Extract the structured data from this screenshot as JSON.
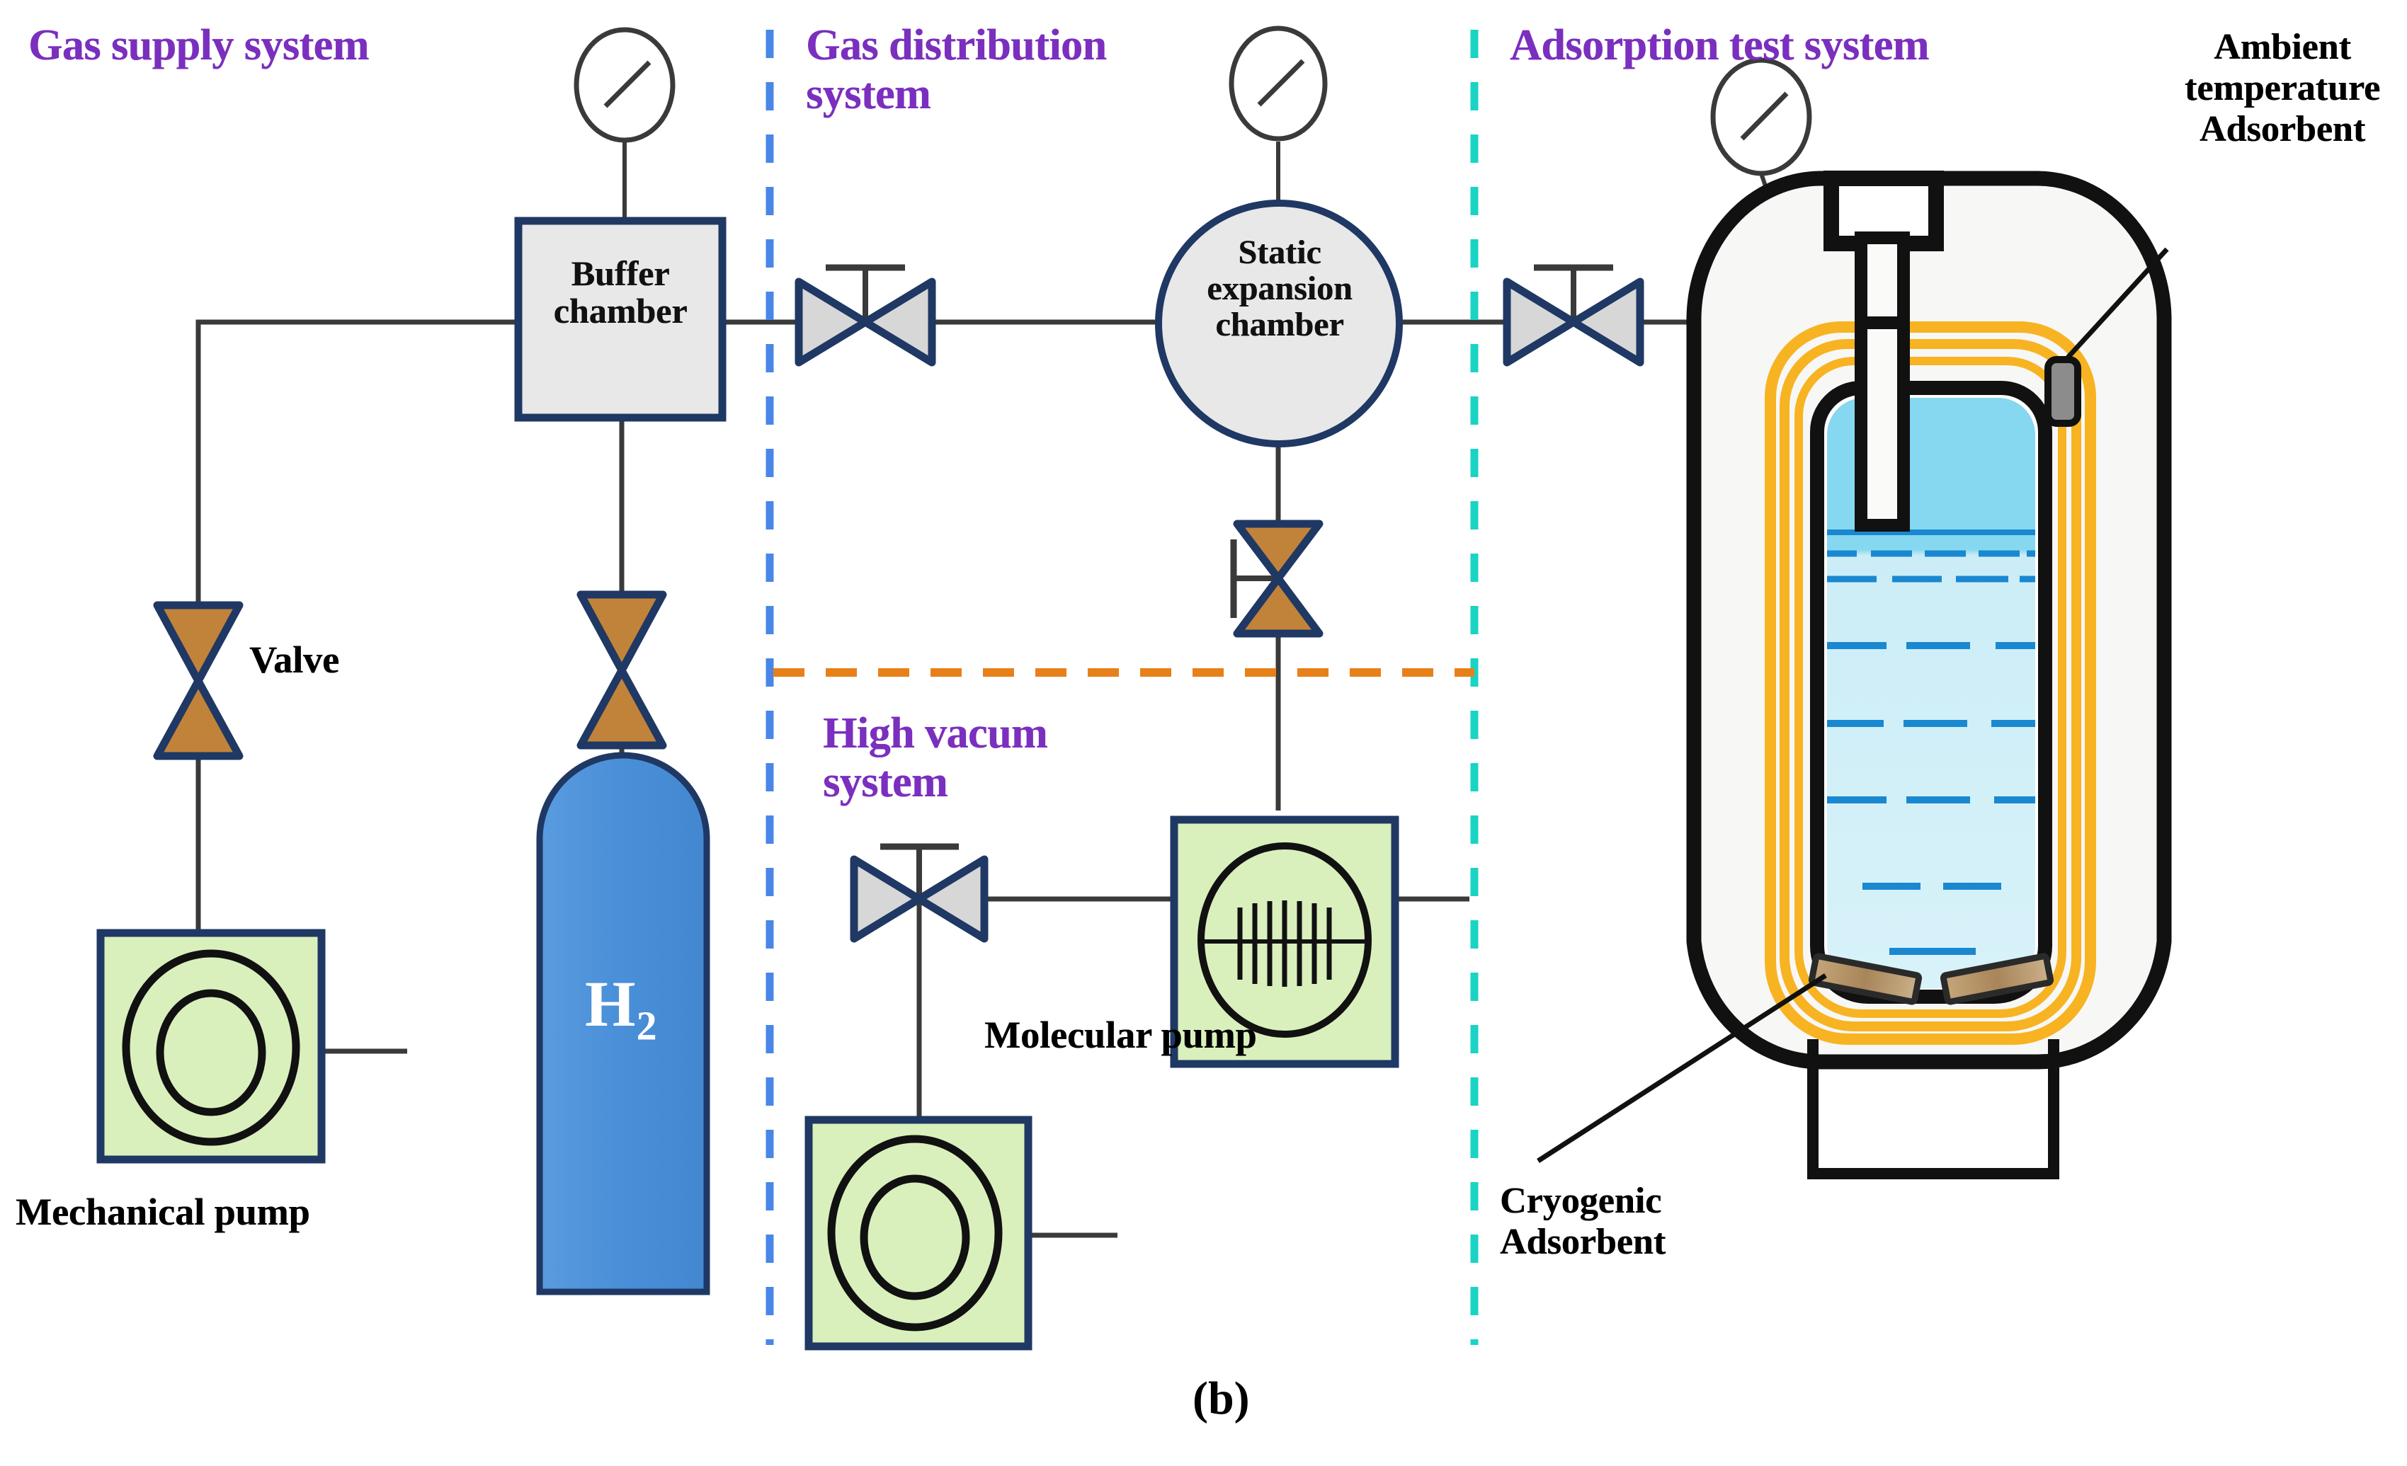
{
  "figure": {
    "caption": "(b)",
    "accent_purple": "#7B2FBE",
    "valve_fill": "#C1833A",
    "valve_stroke": "#1F3864",
    "pump_fill": "#D9F0BC",
    "pump_stroke": "#1F3864",
    "chamber_fill": "#E8E8E8",
    "chamber_stroke": "#1F3864",
    "cylinder_fill": "#4A90D9",
    "cylinder_stroke": "#1F3864",
    "insulation_gold": "#F7B322",
    "cryo_liquid_top": "#86D7F0",
    "cryo_liquid_body": "#D4EFF7",
    "liquid_line_blue": "#1A88D0",
    "adsorbent_tan": "#B99A6B",
    "adsorbent_gray": "#8C8C8C",
    "divider_blue": "#4A86E8",
    "divider_cyan": "#19D3C5",
    "divider_orange": "#E8801A",
    "pipe_color": "#3A3A3A"
  },
  "sections": [
    {
      "id": "gas-supply",
      "title": "Gas supply system"
    },
    {
      "id": "gas-distribution",
      "title": "Gas distribution\nsystem"
    },
    {
      "id": "adsorption-test",
      "title": "Adsorption test system"
    },
    {
      "id": "high-vacuum",
      "title": "High vacum\nsystem"
    }
  ],
  "components": {
    "buffer_chamber": {
      "label": "Buffer\nchamber"
    },
    "expansion_chamber": {
      "label": "Static\nexpansion\nchamber"
    },
    "gas_cylinder": {
      "label": "H",
      "subscript": "2"
    },
    "valve": {
      "label": "Valve"
    },
    "mechanical_pump": {
      "label": "Mechanical pump"
    },
    "molecular_pump": {
      "label": "Molecular pump"
    },
    "ambient_adsorbent": {
      "label": "Ambient\ntemperature\nAdsorbent"
    },
    "cryogenic_adsorbent": {
      "label": "Cryogenic\nAdsorbent"
    }
  },
  "gauges": [
    {
      "name": "buffer-chamber-pressure-gauge"
    },
    {
      "name": "expansion-chamber-pressure-gauge"
    },
    {
      "name": "test-vessel-pressure-gauge"
    }
  ],
  "valves": [
    {
      "name": "supply-line-valve",
      "orientation": "vertical",
      "handle": "none"
    },
    {
      "name": "buffer-to-cylinder-valve",
      "orientation": "vertical",
      "handle": "none"
    },
    {
      "name": "buffer-to-expansion-valve",
      "orientation": "horizontal",
      "handle": "top"
    },
    {
      "name": "expansion-to-vessel-valve",
      "orientation": "horizontal",
      "handle": "top"
    },
    {
      "name": "expansion-to-vacuum-valve",
      "orientation": "vertical",
      "handle": "left"
    },
    {
      "name": "vacuum-line-valve",
      "orientation": "horizontal",
      "handle": "top"
    }
  ]
}
